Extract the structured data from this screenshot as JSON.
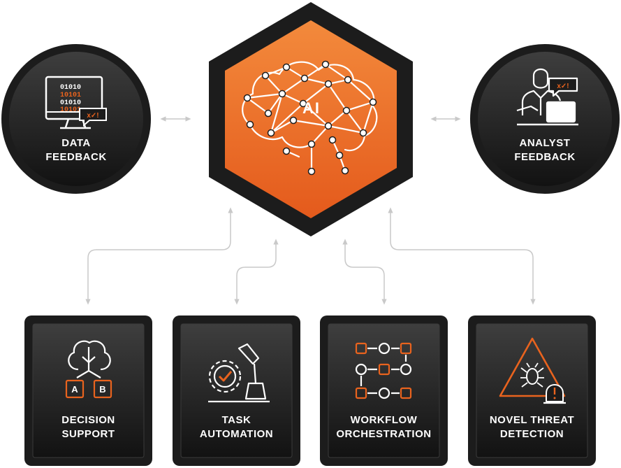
{
  "colors": {
    "accent": "#e9631e",
    "accent_light": "#f28a3a",
    "dark": "#1c1c1c",
    "panel_top": "#3c3c3c",
    "panel_bottom": "#141414",
    "connector": "#c9c9c9"
  },
  "hub": {
    "label": "AI",
    "icon": "brain-network-icon"
  },
  "feedback": [
    {
      "line1": "DATA",
      "line2": "FEEDBACK",
      "icon": "binary-monitor-icon"
    },
    {
      "line1": "ANALYST",
      "line2": "FEEDBACK",
      "icon": "analyst-laptop-icon"
    }
  ],
  "capabilities": [
    {
      "line1": "DECISION",
      "line2": "SUPPORT",
      "icon": "decision-tree-icon"
    },
    {
      "line1": "TASK",
      "line2": "AUTOMATION",
      "icon": "robot-arm-gear-icon"
    },
    {
      "line1": "WORKFLOW",
      "line2": "ORCHESTRATION",
      "icon": "workflow-flow-icon"
    },
    {
      "line1": "NOVEL THREAT",
      "line2": "DETECTION",
      "icon": "bug-warning-icon"
    }
  ],
  "icon_text": {
    "binary_rows": [
      "01010",
      "10101",
      "01010",
      "10101"
    ],
    "chat_glyphs": "x✓!",
    "option_a": "A",
    "option_b": "B"
  }
}
